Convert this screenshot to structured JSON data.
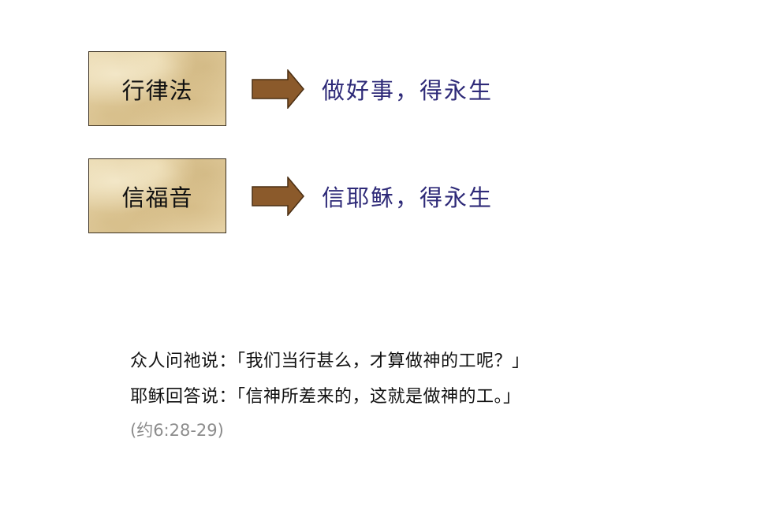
{
  "rows": [
    {
      "box_label": "行律法",
      "arrow_icon": "right-arrow-icon",
      "result": "做好事，得永生"
    },
    {
      "box_label": "信福音",
      "arrow_icon": "right-arrow-icon",
      "result": "信耶稣，得永生"
    }
  ],
  "quote": {
    "line1": "众人问祂说：「我们当行甚么，才算做神的工呢？」",
    "line2": "耶稣回答说：「信神所差来的，这就是做神的工。」",
    "reference": "(约6:28-29)"
  },
  "colors": {
    "result_text": "#2e2a78",
    "arrow_fill": "#8b5a2b",
    "arrow_stroke": "#4a2e12",
    "reference_text": "#8c8c8c"
  }
}
